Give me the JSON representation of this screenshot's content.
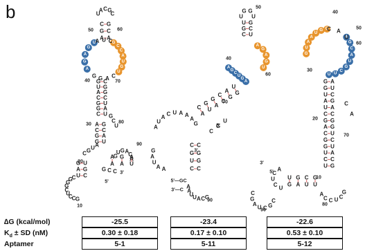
{
  "panel_label": "b",
  "row_labels": {
    "dg": "∆G (kcal/mol)",
    "kd_main": "K",
    "kd_sub": "d",
    "kd_rest": " ± SD (nM)",
    "aptamer": "Aptamer"
  },
  "aptamers": [
    {
      "dg": "-25.5",
      "kd": "0.30 ± 0.18",
      "name": "5-1"
    },
    {
      "dg": "-23.4",
      "kd": "0.17 ± 0.10",
      "name": "5-11"
    },
    {
      "dg": "-22.6",
      "kd": "0.53 ± 0.10",
      "name": "5-12"
    }
  ],
  "colors": {
    "orange": "#e8952e",
    "blue": "#3a6fa8",
    "bond": "#dd6666"
  },
  "structures": {
    "s1": {
      "numbers": [
        "10",
        "20",
        "30",
        "40",
        "50",
        "60",
        "70",
        "80",
        "90",
        "3'",
        "5'"
      ],
      "orange": [
        "G",
        "C",
        "C",
        "A",
        "U",
        "G",
        "U"
      ],
      "blue": [
        "A",
        "G",
        "A",
        "G",
        "U"
      ],
      "seq": [
        "U",
        "A",
        "C",
        "G",
        "C",
        "G",
        "A",
        "G",
        "C",
        "A",
        "G",
        "G",
        "A",
        "U",
        "C",
        "G",
        "U",
        "A",
        "C",
        "G",
        "G",
        "C",
        "U",
        "A",
        "U",
        "A",
        "C",
        "G",
        "G",
        "C",
        "A",
        "U",
        "G",
        "C",
        "C",
        "G",
        "U",
        "G",
        "A",
        "C",
        "A",
        "A",
        "U",
        "A",
        "G",
        "A",
        "U",
        "U",
        "G",
        "C",
        "C",
        "U",
        "C",
        "G",
        "G",
        "G",
        "C",
        "C",
        "C",
        "G",
        "U",
        "C",
        "U"
      ]
    },
    "s2": {
      "numbers": [
        "40",
        "50",
        "60",
        "70",
        "90",
        "3'",
        "5'",
        "3'—C",
        "5'—GC"
      ],
      "orange": [
        "A",
        "G",
        "A",
        "G",
        "U"
      ],
      "blue": [
        "A",
        "G",
        "C",
        "U",
        "G",
        "A"
      ],
      "seq": [
        "U",
        "G",
        "G",
        "U",
        "G",
        "C",
        "G",
        "C",
        "U",
        "A",
        "C",
        "G",
        "G",
        "C",
        "A",
        "U",
        "A",
        "C",
        "U",
        "A",
        "A",
        "A",
        "G",
        "A",
        "A",
        "U",
        "A",
        "G",
        "C",
        "G",
        "U",
        "C",
        "G",
        "G",
        "C",
        "A",
        "U",
        "U",
        "A",
        "A",
        "C",
        "G",
        "U",
        "U",
        "G",
        "C",
        "C",
        "G",
        "G",
        "C",
        "C",
        "U",
        "A",
        "C",
        "G",
        "G",
        "G",
        "A",
        "G",
        "U"
      ]
    },
    "s3": {
      "numbers": [
        "10",
        "20",
        "30",
        "40",
        "50",
        "60",
        "70",
        "80",
        "90",
        "3'",
        "5'"
      ],
      "orange": [
        "G",
        "U",
        "A",
        "A",
        "U",
        "G",
        "G"
      ],
      "blue": [
        "A",
        "G",
        "C",
        "A",
        "U",
        "G",
        "C",
        "U",
        "U"
      ],
      "seq": [
        "C",
        "A",
        "U",
        "G",
        "G",
        "U",
        "A",
        "U",
        "C",
        "G",
        "A",
        "C",
        "G",
        "G",
        "U",
        "C",
        "U",
        "A",
        "C",
        "G",
        "C",
        "A",
        "G",
        "C",
        "A",
        "U",
        "C",
        "U",
        "C",
        "A",
        "G",
        "A",
        "U",
        "U",
        "G",
        "C",
        "G",
        "C",
        "U",
        "A",
        "G",
        "C",
        "G",
        "C",
        "U",
        "C",
        "C",
        "A",
        "U",
        "C",
        "G",
        "C",
        "G",
        "G",
        "A",
        "C",
        "G",
        "G",
        "U",
        "C",
        "C",
        "A",
        "G",
        "G"
      ]
    }
  }
}
